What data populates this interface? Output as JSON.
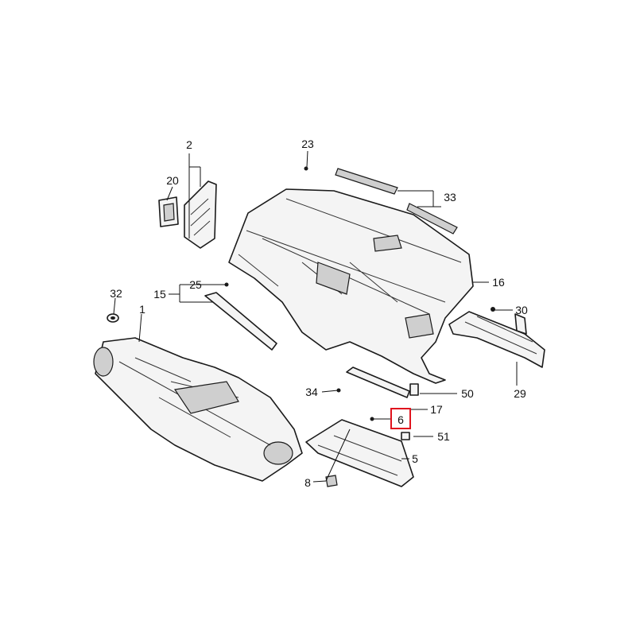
{
  "highlight": {
    "label": "6",
    "color": "#e0141e"
  },
  "callouts": {
    "c1": "1",
    "c2": "2",
    "c5": "5",
    "c6": "6",
    "c8": "8",
    "c15": "15",
    "c16": "16",
    "c17": "17",
    "c20": "20",
    "c23": "23",
    "c25": "25",
    "c29": "29",
    "c30": "30",
    "c32": "32",
    "c33": "33",
    "c34": "34",
    "c50": "50",
    "c51": "51"
  }
}
